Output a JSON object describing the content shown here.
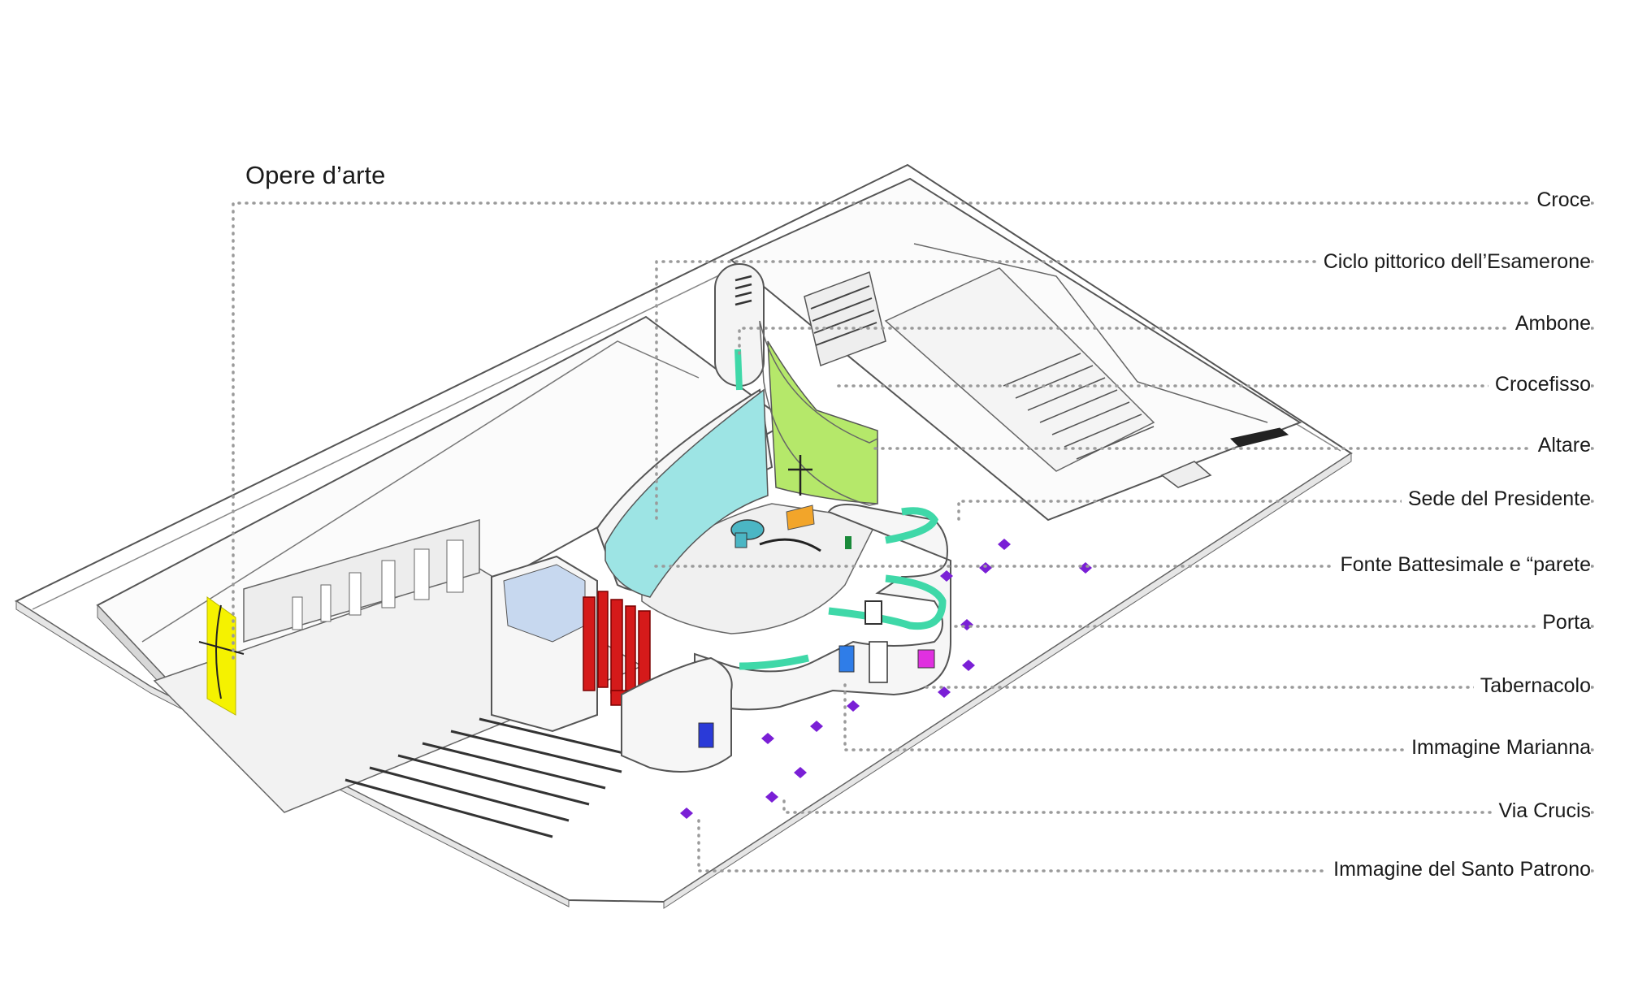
{
  "title": "Opere d’arte",
  "labels": [
    {
      "text": "Croce"
    },
    {
      "text": "Ciclo pittorico dell’Esamerone"
    },
    {
      "text": "Ambone"
    },
    {
      "text": "Crocefisso"
    },
    {
      "text": "Altare"
    },
    {
      "text": "Sede del Presidente"
    },
    {
      "text": "Fonte Battesimale e “parete"
    },
    {
      "text": "Porta"
    },
    {
      "text": "Tabernacolo"
    },
    {
      "text": "Immagine Marianna"
    },
    {
      "text": "Via Crucis"
    },
    {
      "text": "Immagine del Santo Patrono"
    }
  ],
  "colors": {
    "croce": "#f5f200",
    "ciclo_pittorico": "#9de4e4",
    "crocefisso_wall": "#b5e86a",
    "altare": "#f2a52a",
    "fonte": "#4bb6c4",
    "tabernacolo": "#d51a1a",
    "chapel_wall": "#c7d8ef",
    "ambone": "#3fd8a8",
    "porta": "#2f7de8",
    "immagine_marianna": "#e030e0",
    "via_crucis": "#7a1fd6",
    "santo_patrono": "#2a3ad8",
    "leader_line": "#9a9a9a"
  }
}
